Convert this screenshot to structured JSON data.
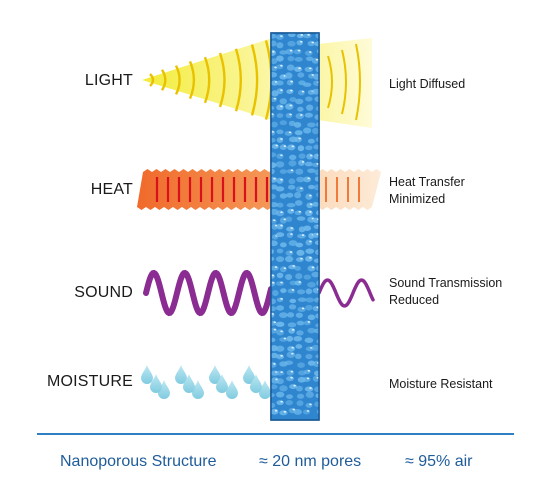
{
  "rows": {
    "light": {
      "label": "LIGHT",
      "effect_lines": [
        "Light Diffused"
      ]
    },
    "heat": {
      "label": "HEAT",
      "effect_lines": [
        "Heat Transfer",
        "Minimized"
      ]
    },
    "sound": {
      "label": "SOUND",
      "effect_lines": [
        "Sound Transmission",
        "Reduced"
      ]
    },
    "moisture": {
      "label": "MOISTURE",
      "effect_lines": [
        "Moisture Resistant"
      ]
    }
  },
  "footer": {
    "structure": "Nanoporous Structure",
    "pores": "≈ 20 nm pores",
    "air": "≈ 95% air"
  },
  "colors": {
    "panel": "#2f86cf",
    "light": "#f2ea3a",
    "heat": "#ee6a2e",
    "sound": "#8a2c91",
    "moisture": "#8fd3e6",
    "accent": "#1f5c99"
  }
}
